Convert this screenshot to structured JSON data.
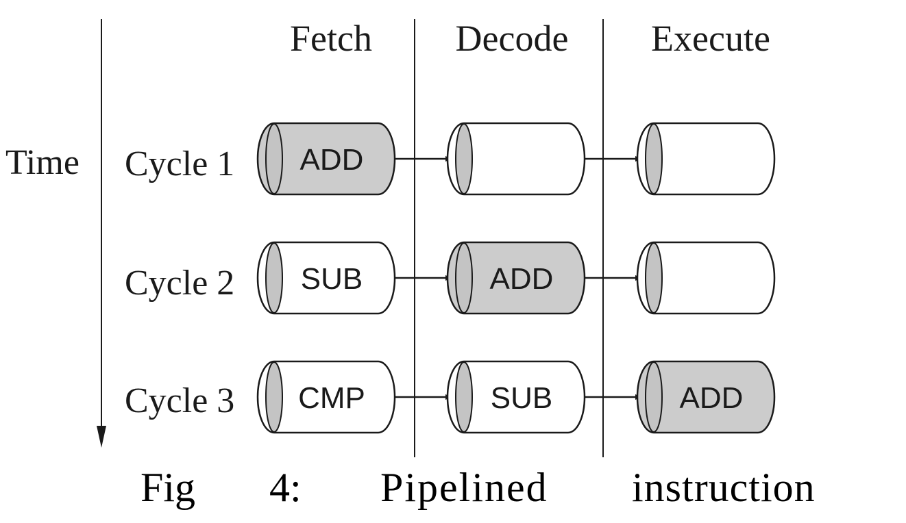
{
  "axis": {
    "time_label": "Time"
  },
  "stages": [
    "Fetch",
    "Decode",
    "Execute"
  ],
  "cycles": [
    {
      "label": "Cycle 1",
      "cells": [
        {
          "text": "ADD",
          "active": true
        },
        {
          "text": "",
          "active": false
        },
        {
          "text": "",
          "active": false
        }
      ]
    },
    {
      "label": "Cycle 2",
      "cells": [
        {
          "text": "SUB",
          "active": false
        },
        {
          "text": "ADD",
          "active": true
        },
        {
          "text": "",
          "active": false
        }
      ]
    },
    {
      "label": "Cycle 3",
      "cells": [
        {
          "text": "CMP",
          "active": false
        },
        {
          "text": "SUB",
          "active": false
        },
        {
          "text": "ADD",
          "active": true
        }
      ]
    }
  ],
  "caption": {
    "words": [
      "Fig",
      "4:",
      "Pipelined",
      "instruction"
    ]
  },
  "colors": {
    "active_fill": "#cccccc",
    "idle_fill": "#ffffff",
    "stroke": "#1a1a1a"
  }
}
